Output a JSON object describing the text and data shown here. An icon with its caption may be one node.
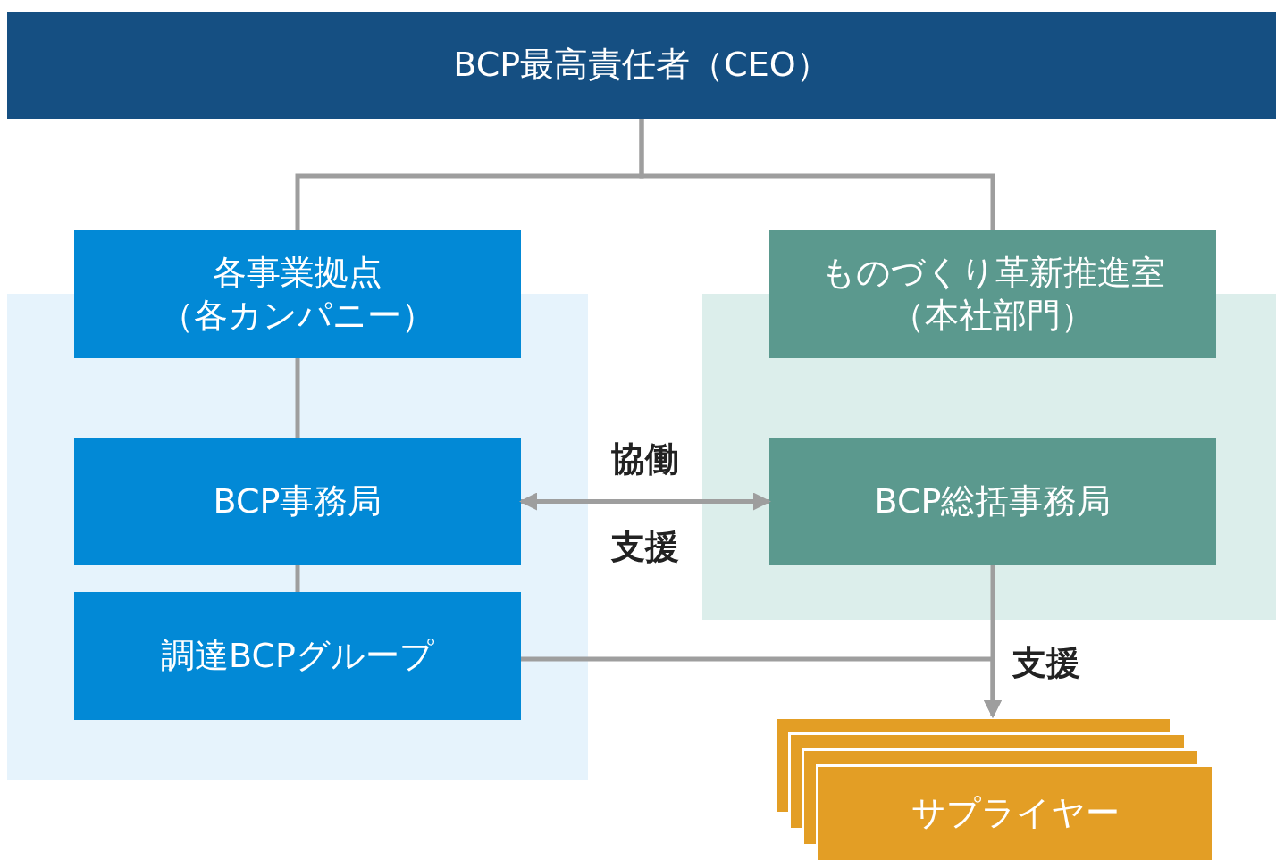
{
  "diagram": {
    "nodes": [
      {
        "text": [
          "BCP最高責任者（CEO）"
        ]
      },
      {
        "text": [
          "各事業拠点",
          "（各カンパニー）"
        ]
      },
      {
        "text": [
          "ものづくり革新推進室",
          "（本社部門）"
        ]
      },
      {
        "text": [],
        "shape": "box"
      },
      {
        "text": [
          "BCP事務局"
        ],
        "in": 3
      },
      {
        "text": [
          "調達BCPグループ"
        ],
        "in": 3
      },
      {
        "text": [],
        "shape": "box"
      },
      {
        "text": [
          "BCP総括事務局"
        ],
        "in": 6
      },
      {
        "text": [
          "サプライヤー"
        ]
      }
    ],
    "edges": [
      {
        "from": 0,
        "to": 1,
        "arrow": "none"
      },
      {
        "from": 0,
        "to": 2,
        "arrow": "none"
      },
      {
        "from": 1,
        "to": 4,
        "arrow": "none"
      },
      {
        "from": 4,
        "to": 5,
        "arrow": "none"
      },
      {
        "from": 4,
        "to": 7,
        "arrow": "both",
        "label": "協働"
      },
      {
        "from": 7,
        "to": 8,
        "arrow": "to",
        "label": "支援"
      },
      {
        "from": 5,
        "to": 8,
        "arrow": "to"
      }
    ],
    "labels": [
      "支援"
    ]
  }
}
